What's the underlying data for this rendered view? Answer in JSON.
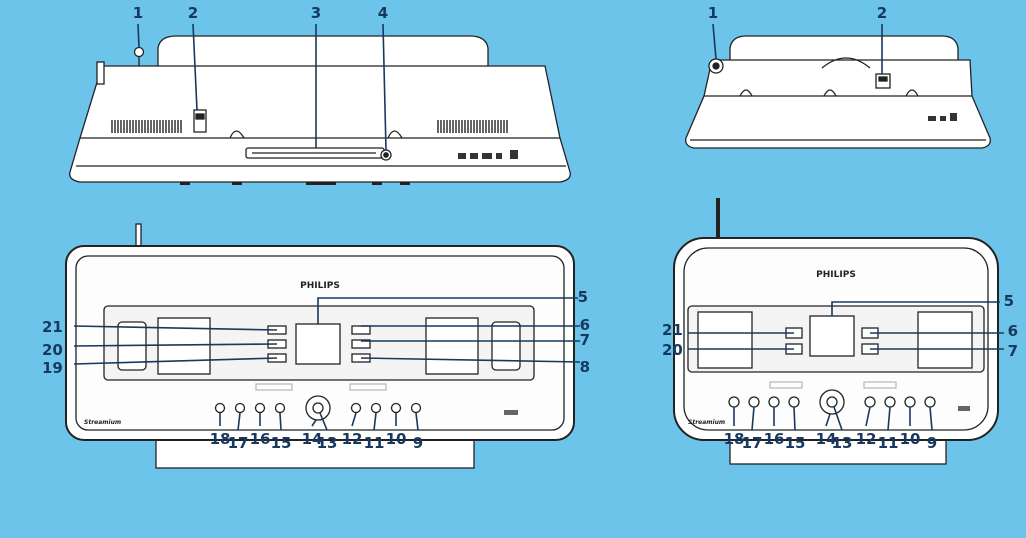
{
  "colors": {
    "background": "#6cc4ea",
    "callout": "#17395f",
    "device_outline": "#222222",
    "device_face": "#ffffff",
    "panel": "#f2f2f2",
    "lcd": "#ffffff"
  },
  "brand": {
    "name": "PHILIPS",
    "series": "Streamium"
  },
  "callouts": {
    "top_large": [
      "1",
      "2",
      "3",
      "4"
    ],
    "top_small": [
      "1",
      "2"
    ],
    "front_large": [
      "5",
      "6",
      "7",
      "8",
      "9",
      "10",
      "11",
      "12",
      "13",
      "14",
      "15",
      "16",
      "17",
      "18",
      "19",
      "20",
      "21"
    ],
    "front_small": [
      "5",
      "6",
      "7",
      "9",
      "10",
      "11",
      "12",
      "13",
      "14",
      "15",
      "16",
      "17",
      "18",
      "20",
      "21"
    ]
  }
}
